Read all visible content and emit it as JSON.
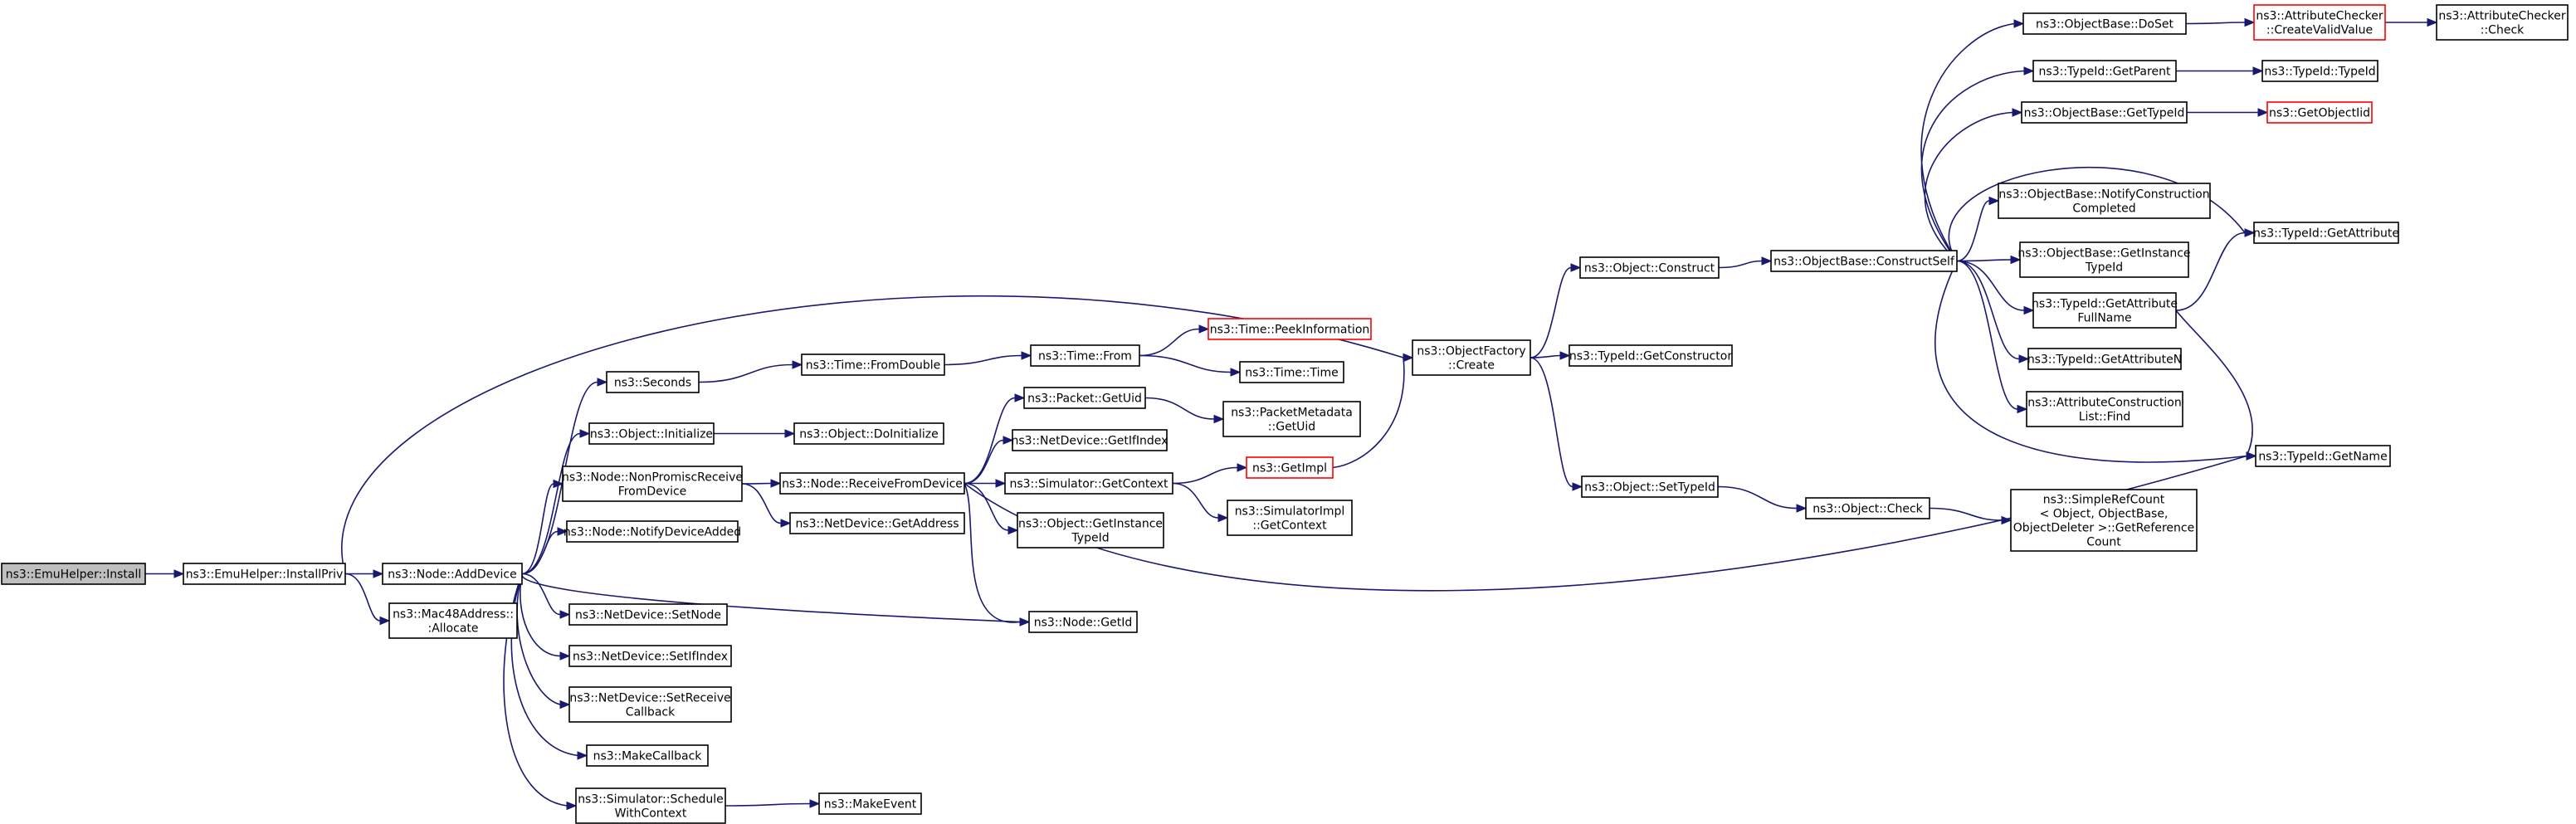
{
  "graph": {
    "nodes": [
      {
        "id": "emuInstall",
        "lines": [
          "ns3::EmuHelper::Install"
        ],
        "root": true
      },
      {
        "id": "emuInstallPriv",
        "lines": [
          "ns3::EmuHelper::InstallPriv"
        ]
      },
      {
        "id": "addDevice",
        "lines": [
          "ns3::Node::AddDevice"
        ]
      },
      {
        "id": "macAllocate",
        "lines": [
          "ns3::Mac48Address::",
          ":Allocate"
        ]
      },
      {
        "id": "seconds",
        "lines": [
          "ns3::Seconds"
        ]
      },
      {
        "id": "objInitialize",
        "lines": [
          "ns3::Object::Initialize"
        ]
      },
      {
        "id": "nonPromisc",
        "lines": [
          "ns3::Node::NonPromiscReceive",
          "FromDevice"
        ]
      },
      {
        "id": "notifyDeviceAdded",
        "lines": [
          "ns3::Node::NotifyDeviceAdded"
        ]
      },
      {
        "id": "ndSetNode",
        "lines": [
          "ns3::NetDevice::SetNode"
        ]
      },
      {
        "id": "ndSetIfIndex",
        "lines": [
          "ns3::NetDevice::SetIfIndex"
        ]
      },
      {
        "id": "ndSetReceive",
        "lines": [
          "ns3::NetDevice::SetReceive",
          "Callback"
        ]
      },
      {
        "id": "makeCallback",
        "lines": [
          "ns3::MakeCallback"
        ]
      },
      {
        "id": "scheduleWithContext",
        "lines": [
          "ns3::Simulator::Schedule",
          "WithContext"
        ]
      },
      {
        "id": "timeFromDouble",
        "lines": [
          "ns3::Time::FromDouble"
        ]
      },
      {
        "id": "doInitialize",
        "lines": [
          "ns3::Object::DoInitialize"
        ]
      },
      {
        "id": "receiveFromDevice",
        "lines": [
          "ns3::Node::ReceiveFromDevice"
        ]
      },
      {
        "id": "ndGetAddress",
        "lines": [
          "ns3::NetDevice::GetAddress"
        ]
      },
      {
        "id": "makeEvent",
        "lines": [
          "ns3::MakeEvent"
        ]
      },
      {
        "id": "timeFrom",
        "lines": [
          "ns3::Time::From"
        ]
      },
      {
        "id": "packetGetUid",
        "lines": [
          "ns3::Packet::GetUid"
        ]
      },
      {
        "id": "ndGetIfIndex",
        "lines": [
          "ns3::NetDevice::GetIfIndex"
        ]
      },
      {
        "id": "simGetContext",
        "lines": [
          "ns3::Simulator::GetContext"
        ]
      },
      {
        "id": "objGetInstanceTypeId",
        "lines": [
          "ns3::Object::GetInstance",
          "TypeId"
        ]
      },
      {
        "id": "nodeGetId",
        "lines": [
          "ns3::Node::GetId"
        ]
      },
      {
        "id": "peekInformation",
        "lines": [
          "ns3::Time::PeekInformation"
        ],
        "red": true
      },
      {
        "id": "timeTime",
        "lines": [
          "ns3::Time::Time"
        ]
      },
      {
        "id": "pmGetUid",
        "lines": [
          "ns3::PacketMetadata",
          "::GetUid"
        ]
      },
      {
        "id": "getImpl",
        "lines": [
          "ns3::GetImpl"
        ],
        "red": true
      },
      {
        "id": "simImplGetContext",
        "lines": [
          "ns3::SimulatorImpl",
          "::GetContext"
        ]
      },
      {
        "id": "objFactoryCreate",
        "lines": [
          "ns3::ObjectFactory",
          "::Create"
        ]
      },
      {
        "id": "objConstruct",
        "lines": [
          "ns3::Object::Construct"
        ]
      },
      {
        "id": "typeIdGetConstructor",
        "lines": [
          "ns3::TypeId::GetConstructor"
        ]
      },
      {
        "id": "objSetTypeId",
        "lines": [
          "ns3::Object::SetTypeId"
        ]
      },
      {
        "id": "constructSelf",
        "lines": [
          "ns3::ObjectBase::ConstructSelf"
        ]
      },
      {
        "id": "objCheck",
        "lines": [
          "ns3::Object::Check"
        ]
      },
      {
        "id": "simpleRefCount",
        "lines": [
          "ns3::SimpleRefCount",
          "< Object, ObjectBase,",
          " ObjectDeleter >::GetReference",
          "Count"
        ]
      },
      {
        "id": "doSet",
        "lines": [
          "ns3::ObjectBase::DoSet"
        ]
      },
      {
        "id": "typeIdGetParent",
        "lines": [
          "ns3::TypeId::GetParent"
        ]
      },
      {
        "id": "obGetTypeId",
        "lines": [
          "ns3::ObjectBase::GetTypeId"
        ]
      },
      {
        "id": "notifyConstruction",
        "lines": [
          "ns3::ObjectBase::NotifyConstruction",
          "Completed"
        ]
      },
      {
        "id": "obGetInstanceTypeId",
        "lines": [
          "ns3::ObjectBase::GetInstance",
          "TypeId"
        ]
      },
      {
        "id": "getAttributeFullName",
        "lines": [
          "ns3::TypeId::GetAttribute",
          "FullName"
        ]
      },
      {
        "id": "getAttributeN",
        "lines": [
          "ns3::TypeId::GetAttributeN"
        ]
      },
      {
        "id": "attrConstructionFind",
        "lines": [
          "ns3::AttributeConstruction",
          "List::Find"
        ]
      },
      {
        "id": "createValidValue",
        "lines": [
          "ns3::AttributeChecker",
          "::CreateValidValue"
        ],
        "red": true
      },
      {
        "id": "typeIdTypeId",
        "lines": [
          "ns3::TypeId::TypeId"
        ]
      },
      {
        "id": "getObjectIid",
        "lines": [
          "ns3::GetObjectIid"
        ],
        "red": true
      },
      {
        "id": "getAttribute",
        "lines": [
          "ns3::TypeId::GetAttribute"
        ]
      },
      {
        "id": "getName",
        "lines": [
          "ns3::TypeId::GetName"
        ]
      },
      {
        "id": "attrCheckerCheck",
        "lines": [
          "ns3::AttributeChecker",
          "::Check"
        ]
      }
    ],
    "edges": [
      [
        "emuInstall",
        "emuInstallPriv"
      ],
      [
        "emuInstallPriv",
        "addDevice"
      ],
      [
        "emuInstallPriv",
        "macAllocate"
      ],
      [
        "emuInstallPriv",
        "objFactoryCreate"
      ],
      [
        "addDevice",
        "seconds"
      ],
      [
        "addDevice",
        "objInitialize"
      ],
      [
        "addDevice",
        "nonPromisc"
      ],
      [
        "addDevice",
        "notifyDeviceAdded"
      ],
      [
        "addDevice",
        "ndSetNode"
      ],
      [
        "addDevice",
        "ndSetIfIndex"
      ],
      [
        "addDevice",
        "ndSetReceive"
      ],
      [
        "addDevice",
        "makeCallback"
      ],
      [
        "addDevice",
        "scheduleWithContext"
      ],
      [
        "addDevice",
        "nodeGetId"
      ],
      [
        "seconds",
        "timeFromDouble"
      ],
      [
        "objInitialize",
        "doInitialize"
      ],
      [
        "nonPromisc",
        "receiveFromDevice"
      ],
      [
        "nonPromisc",
        "ndGetAddress"
      ],
      [
        "scheduleWithContext",
        "makeEvent"
      ],
      [
        "timeFromDouble",
        "timeFrom"
      ],
      [
        "receiveFromDevice",
        "packetGetUid"
      ],
      [
        "receiveFromDevice",
        "ndGetIfIndex"
      ],
      [
        "receiveFromDevice",
        "simGetContext"
      ],
      [
        "receiveFromDevice",
        "objGetInstanceTypeId"
      ],
      [
        "receiveFromDevice",
        "nodeGetId"
      ],
      [
        "receiveFromDevice",
        "getName"
      ],
      [
        "timeFrom",
        "peekInformation"
      ],
      [
        "timeFrom",
        "timeTime"
      ],
      [
        "packetGetUid",
        "pmGetUid"
      ],
      [
        "simGetContext",
        "getImpl"
      ],
      [
        "simGetContext",
        "simImplGetContext"
      ],
      [
        "getImpl",
        "objFactoryCreate"
      ],
      [
        "objFactoryCreate",
        "objConstruct"
      ],
      [
        "objFactoryCreate",
        "typeIdGetConstructor"
      ],
      [
        "objFactoryCreate",
        "objSetTypeId"
      ],
      [
        "objConstruct",
        "constructSelf"
      ],
      [
        "objSetTypeId",
        "objCheck"
      ],
      [
        "objCheck",
        "simpleRefCount"
      ],
      [
        "constructSelf",
        "doSet"
      ],
      [
        "constructSelf",
        "typeIdGetParent"
      ],
      [
        "constructSelf",
        "obGetTypeId"
      ],
      [
        "constructSelf",
        "notifyConstruction"
      ],
      [
        "constructSelf",
        "obGetInstanceTypeId"
      ],
      [
        "constructSelf",
        "getAttributeFullName"
      ],
      [
        "constructSelf",
        "getAttributeN"
      ],
      [
        "constructSelf",
        "attrConstructionFind"
      ],
      [
        "constructSelf",
        "getAttribute"
      ],
      [
        "constructSelf",
        "getName"
      ],
      [
        "doSet",
        "createValidValue"
      ],
      [
        "typeIdGetParent",
        "typeIdTypeId"
      ],
      [
        "obGetTypeId",
        "getObjectIid"
      ],
      [
        "getAttributeFullName",
        "getAttribute"
      ],
      [
        "getAttributeFullName",
        "getName"
      ],
      [
        "createValidValue",
        "attrCheckerCheck"
      ]
    ]
  }
}
